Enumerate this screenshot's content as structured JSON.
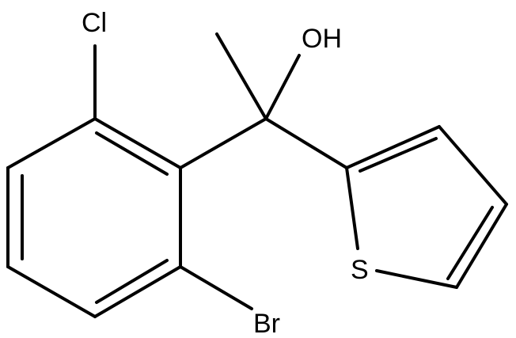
{
  "labels": {
    "cl": "Cl",
    "oh": "OH",
    "br": "Br",
    "s": "S"
  },
  "colors": {
    "ink": "#000000",
    "background": "#ffffff"
  }
}
